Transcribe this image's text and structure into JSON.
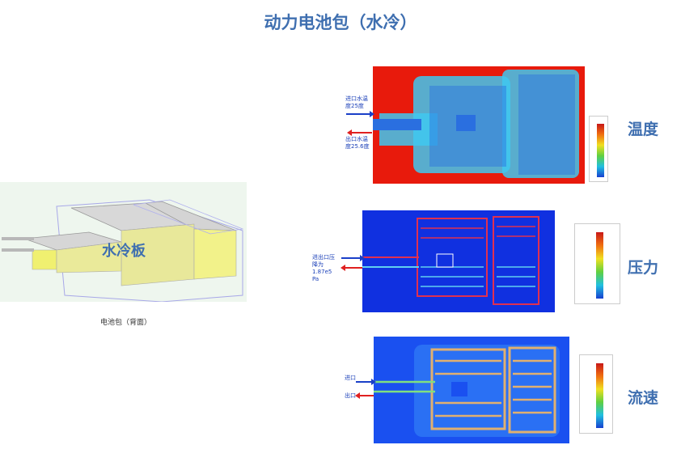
{
  "title": "动力电池包（水冷）",
  "pack_image": {
    "plate_label": "水冷板",
    "caption": "电池包（背面）"
  },
  "panels": [
    {
      "label": "温度",
      "notes": [
        "进口水温度25度",
        "出口水温度25.6度"
      ],
      "icon": "temperature-contour",
      "colors": {
        "background": "#e81a0c",
        "field": "#40c8f0",
        "channel": "#2a6fe0"
      }
    },
    {
      "label": "压力",
      "notes": [
        "进出口压降为1.87e5 Pa"
      ],
      "icon": "pressure-contour",
      "colors": {
        "background": "#1030e0",
        "channel_hot": "#e03050",
        "channel_cold": "#60d0f0"
      }
    },
    {
      "label": "流速",
      "notes": [
        "进口",
        "出口"
      ],
      "icon": "velocity-contour",
      "colors": {
        "background": "#1a50f0",
        "channel": "#e0b070"
      }
    }
  ]
}
